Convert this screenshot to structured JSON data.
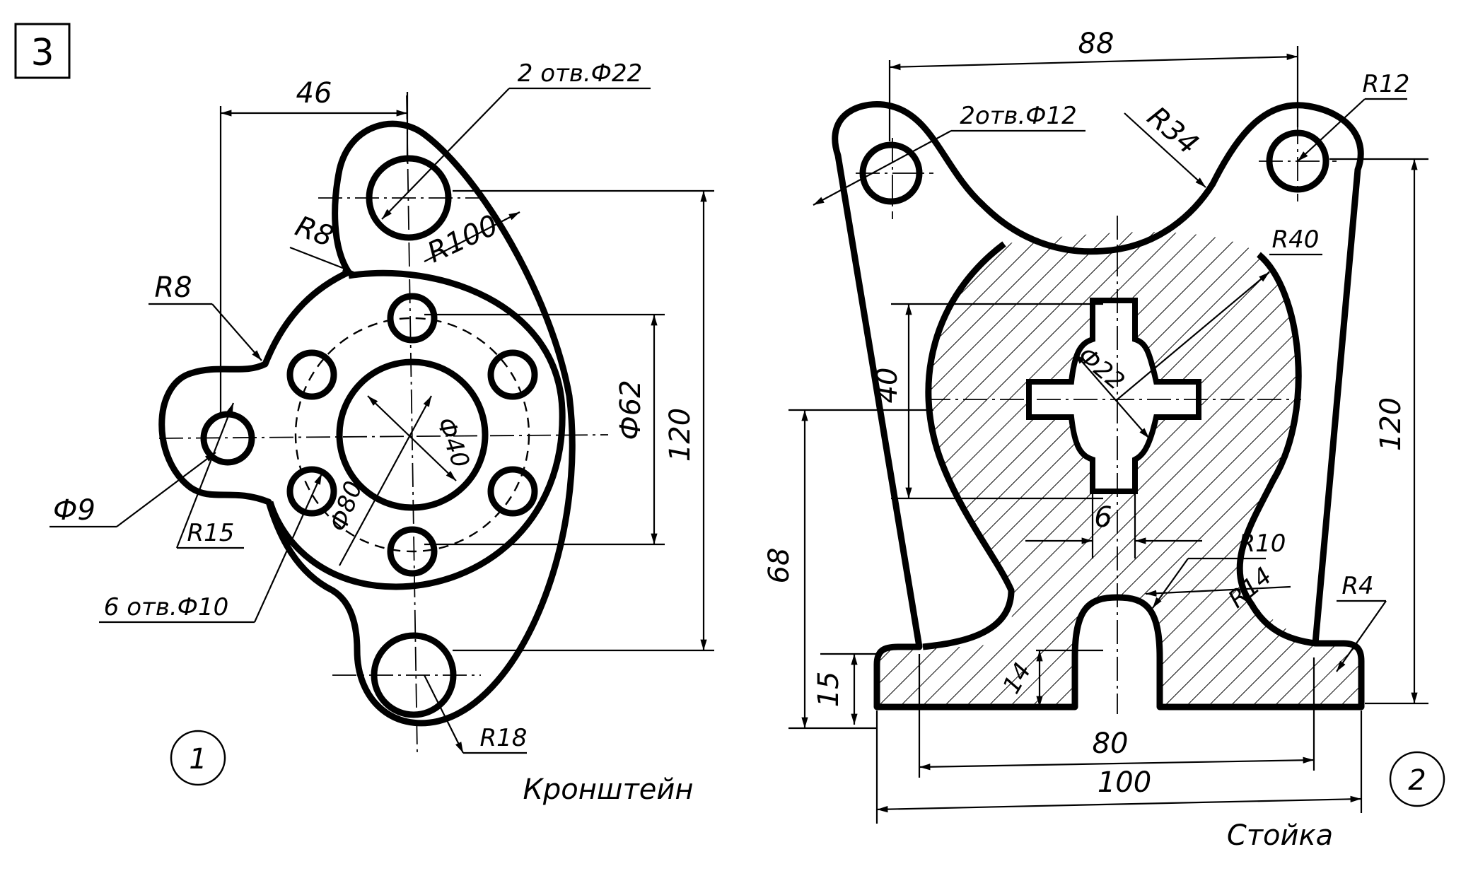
{
  "sheet_number": "3",
  "part1": {
    "number": "1",
    "title": "Кронштейн",
    "dims": {
      "d46": "46",
      "holes2": "2 отв.Ф22",
      "r8_top": "R8",
      "r100": "R100",
      "r8_left": "R8",
      "d62": "Ф62",
      "d120": "120",
      "d40": "Ф40",
      "d80": "Ф80",
      "d9": "Ф9",
      "r15": "R15",
      "holes6": "6 отв.Ф10",
      "r18": "R18"
    }
  },
  "part2": {
    "number": "2",
    "title": "Стойка",
    "dims": {
      "d88": "88",
      "holes2": "2отв.Ф12",
      "r34": "R34",
      "r12": "R12",
      "r40": "R40",
      "d40": "40",
      "d22": "Ф22",
      "d120": "120",
      "d6": "6",
      "d68": "68",
      "r10": "R10",
      "r14": "R14",
      "r4": "R4",
      "d14": "14",
      "d15": "15",
      "d80": "80",
      "d100": "100"
    }
  }
}
